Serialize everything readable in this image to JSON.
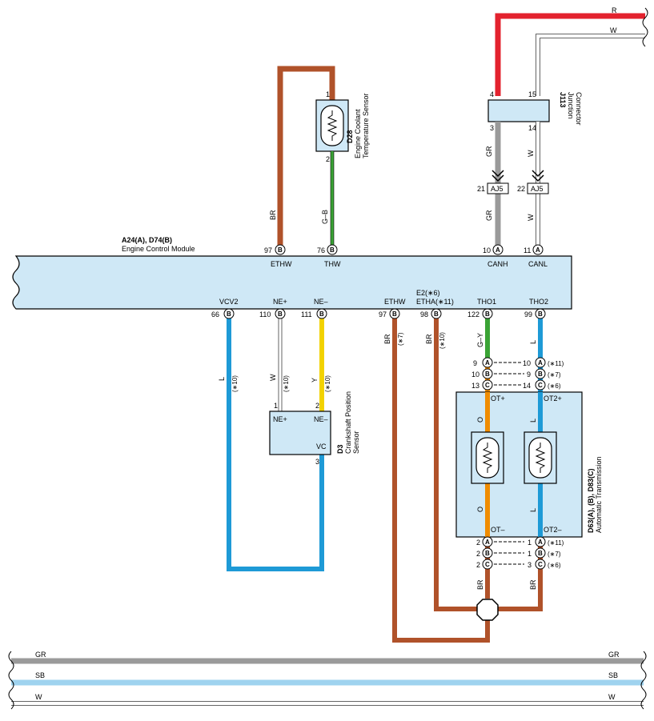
{
  "colors": {
    "box_fill": "#cfe8f6",
    "brown": "#b0522a",
    "red": "#e3222e",
    "gray": "#9a9a9a",
    "blue": "#1e9ad6",
    "light_blue": "#9fd3ef",
    "green": "#3aa335",
    "yellow": "#f2d200",
    "orange": "#f08c00",
    "white_wire": "#ffffff"
  },
  "ecm": {
    "code": "A24(A), D74(B)",
    "name": "Engine Control Module",
    "top_pins": [
      {
        "num": "97",
        "conn": "B",
        "label": "ETHW"
      },
      {
        "num": "76",
        "conn": "B",
        "label": "THW"
      },
      {
        "num": "10",
        "conn": "A",
        "label": "CANH"
      },
      {
        "num": "11",
        "conn": "A",
        "label": "CANL"
      }
    ],
    "bottom_pins": [
      {
        "num": "66",
        "conn": "B",
        "label": "VCV2"
      },
      {
        "num": "110",
        "conn": "B",
        "label": "NE+"
      },
      {
        "num": "111",
        "conn": "B",
        "label": "NE–"
      },
      {
        "num": "97",
        "conn": "B",
        "label": "ETHW"
      },
      {
        "num": "98",
        "conn": "B",
        "label": "ETHA(∗11)",
        "label2": "E2(∗6)"
      },
      {
        "num": "122",
        "conn": "B",
        "label": "THO1"
      },
      {
        "num": "99",
        "conn": "B",
        "label": "THO2"
      }
    ]
  },
  "coolant_sensor": {
    "code": "D28",
    "name_line1": "Engine Coolant",
    "name_line2": "Temperature Sensor",
    "pin1": "1",
    "pin2": "2"
  },
  "junction": {
    "code": "J113",
    "name_line1": "Junction",
    "name_line2": "Connector",
    "pins": [
      "4",
      "15",
      "3",
      "14"
    ]
  },
  "aj5": {
    "label": "AJ5",
    "left_pin": "21",
    "right_pin": "22"
  },
  "crank_sensor": {
    "code": "D3",
    "name_line1": "Crankshaft Position",
    "name_line2": "Sensor",
    "pin_ne_plus": "NE+",
    "pin_ne_minus": "NE–",
    "pin_vc": "VC",
    "pin1": "1",
    "pin2": "2",
    "pin3": "3"
  },
  "transmission": {
    "code": "D63(A), (B), D83(C)",
    "name": "Automatic Transmission",
    "ot_plus": "OT+",
    "ot2_plus": "OT2+",
    "ot_minus": "OT–",
    "ot2_minus": "OT2–",
    "upper_rows": [
      {
        "lnum": "9",
        "lconn": "A",
        "rnum": "10",
        "rconn": "A",
        "note": "(∗11)"
      },
      {
        "lnum": "10",
        "lconn": "B",
        "rnum": "9",
        "rconn": "B",
        "note": "(∗7)"
      },
      {
        "lnum": "13",
        "lconn": "C",
        "rnum": "14",
        "rconn": "C",
        "note": "(∗6)"
      }
    ],
    "lower_rows": [
      {
        "lnum": "2",
        "lconn": "A",
        "rnum": "1",
        "rconn": "A",
        "note": "(∗11)"
      },
      {
        "lnum": "2",
        "lconn": "B",
        "rnum": "1",
        "rconn": "B",
        "note": "(∗7)"
      },
      {
        "lnum": "2",
        "lconn": "C",
        "rnum": "3",
        "rconn": "C",
        "note": "(∗6)"
      }
    ]
  },
  "wire_labels": {
    "r": "R",
    "w": "W",
    "gr": "GR",
    "br": "BR",
    "gb": "G–B",
    "l": "L",
    "y": "Y",
    "o": "O",
    "gy": "G–Y",
    "note10": "(∗10)",
    "note7": "(∗7)"
  },
  "buses": [
    {
      "name": "GR",
      "color": "#9a9a9a"
    },
    {
      "name": "SB",
      "color": "#9fd3ef"
    },
    {
      "name": "W",
      "color": "#ffffff"
    }
  ]
}
